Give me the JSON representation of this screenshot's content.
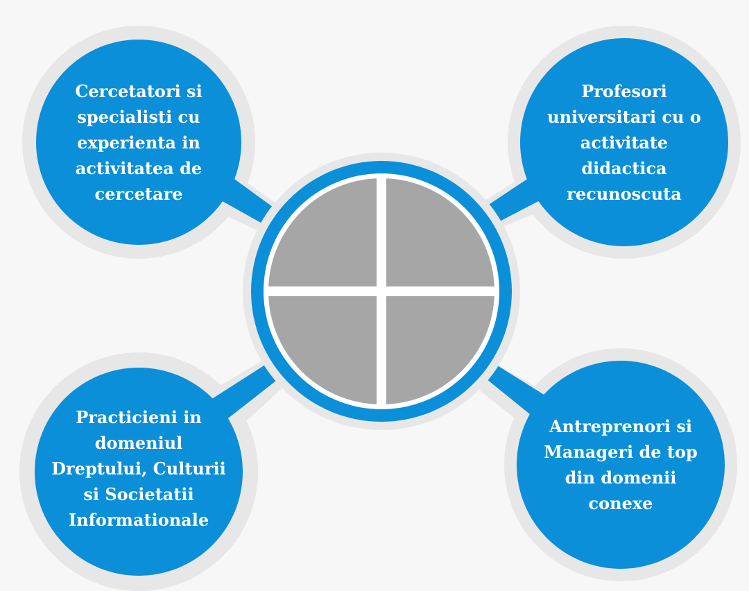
{
  "colors": {
    "background": "#f7f7f7",
    "halo": "#e7e7e7",
    "bubble_blue": "#0b8fd8",
    "center_ring": "#0b8fd8",
    "quadrant_gray": "#a6a6a6",
    "divider_white": "#ffffff"
  },
  "bubbles": {
    "top_left": {
      "text": "Cercetatori si\nspecialisti cu\nexperienta in\nactivitatea de\ncercetare"
    },
    "top_right": {
      "text": "Profesori\nuniversitari cu o\nactivitate\ndidactica\nrecunoscuta"
    },
    "bottom_left": {
      "text": "Practicieni in\ndomeniul\nDreptului, Culturii\nsi Societatii\nInformationale"
    },
    "bottom_right": {
      "text": "Antreprenori si\nManageri de top\ndin domenii\nconexe"
    }
  }
}
